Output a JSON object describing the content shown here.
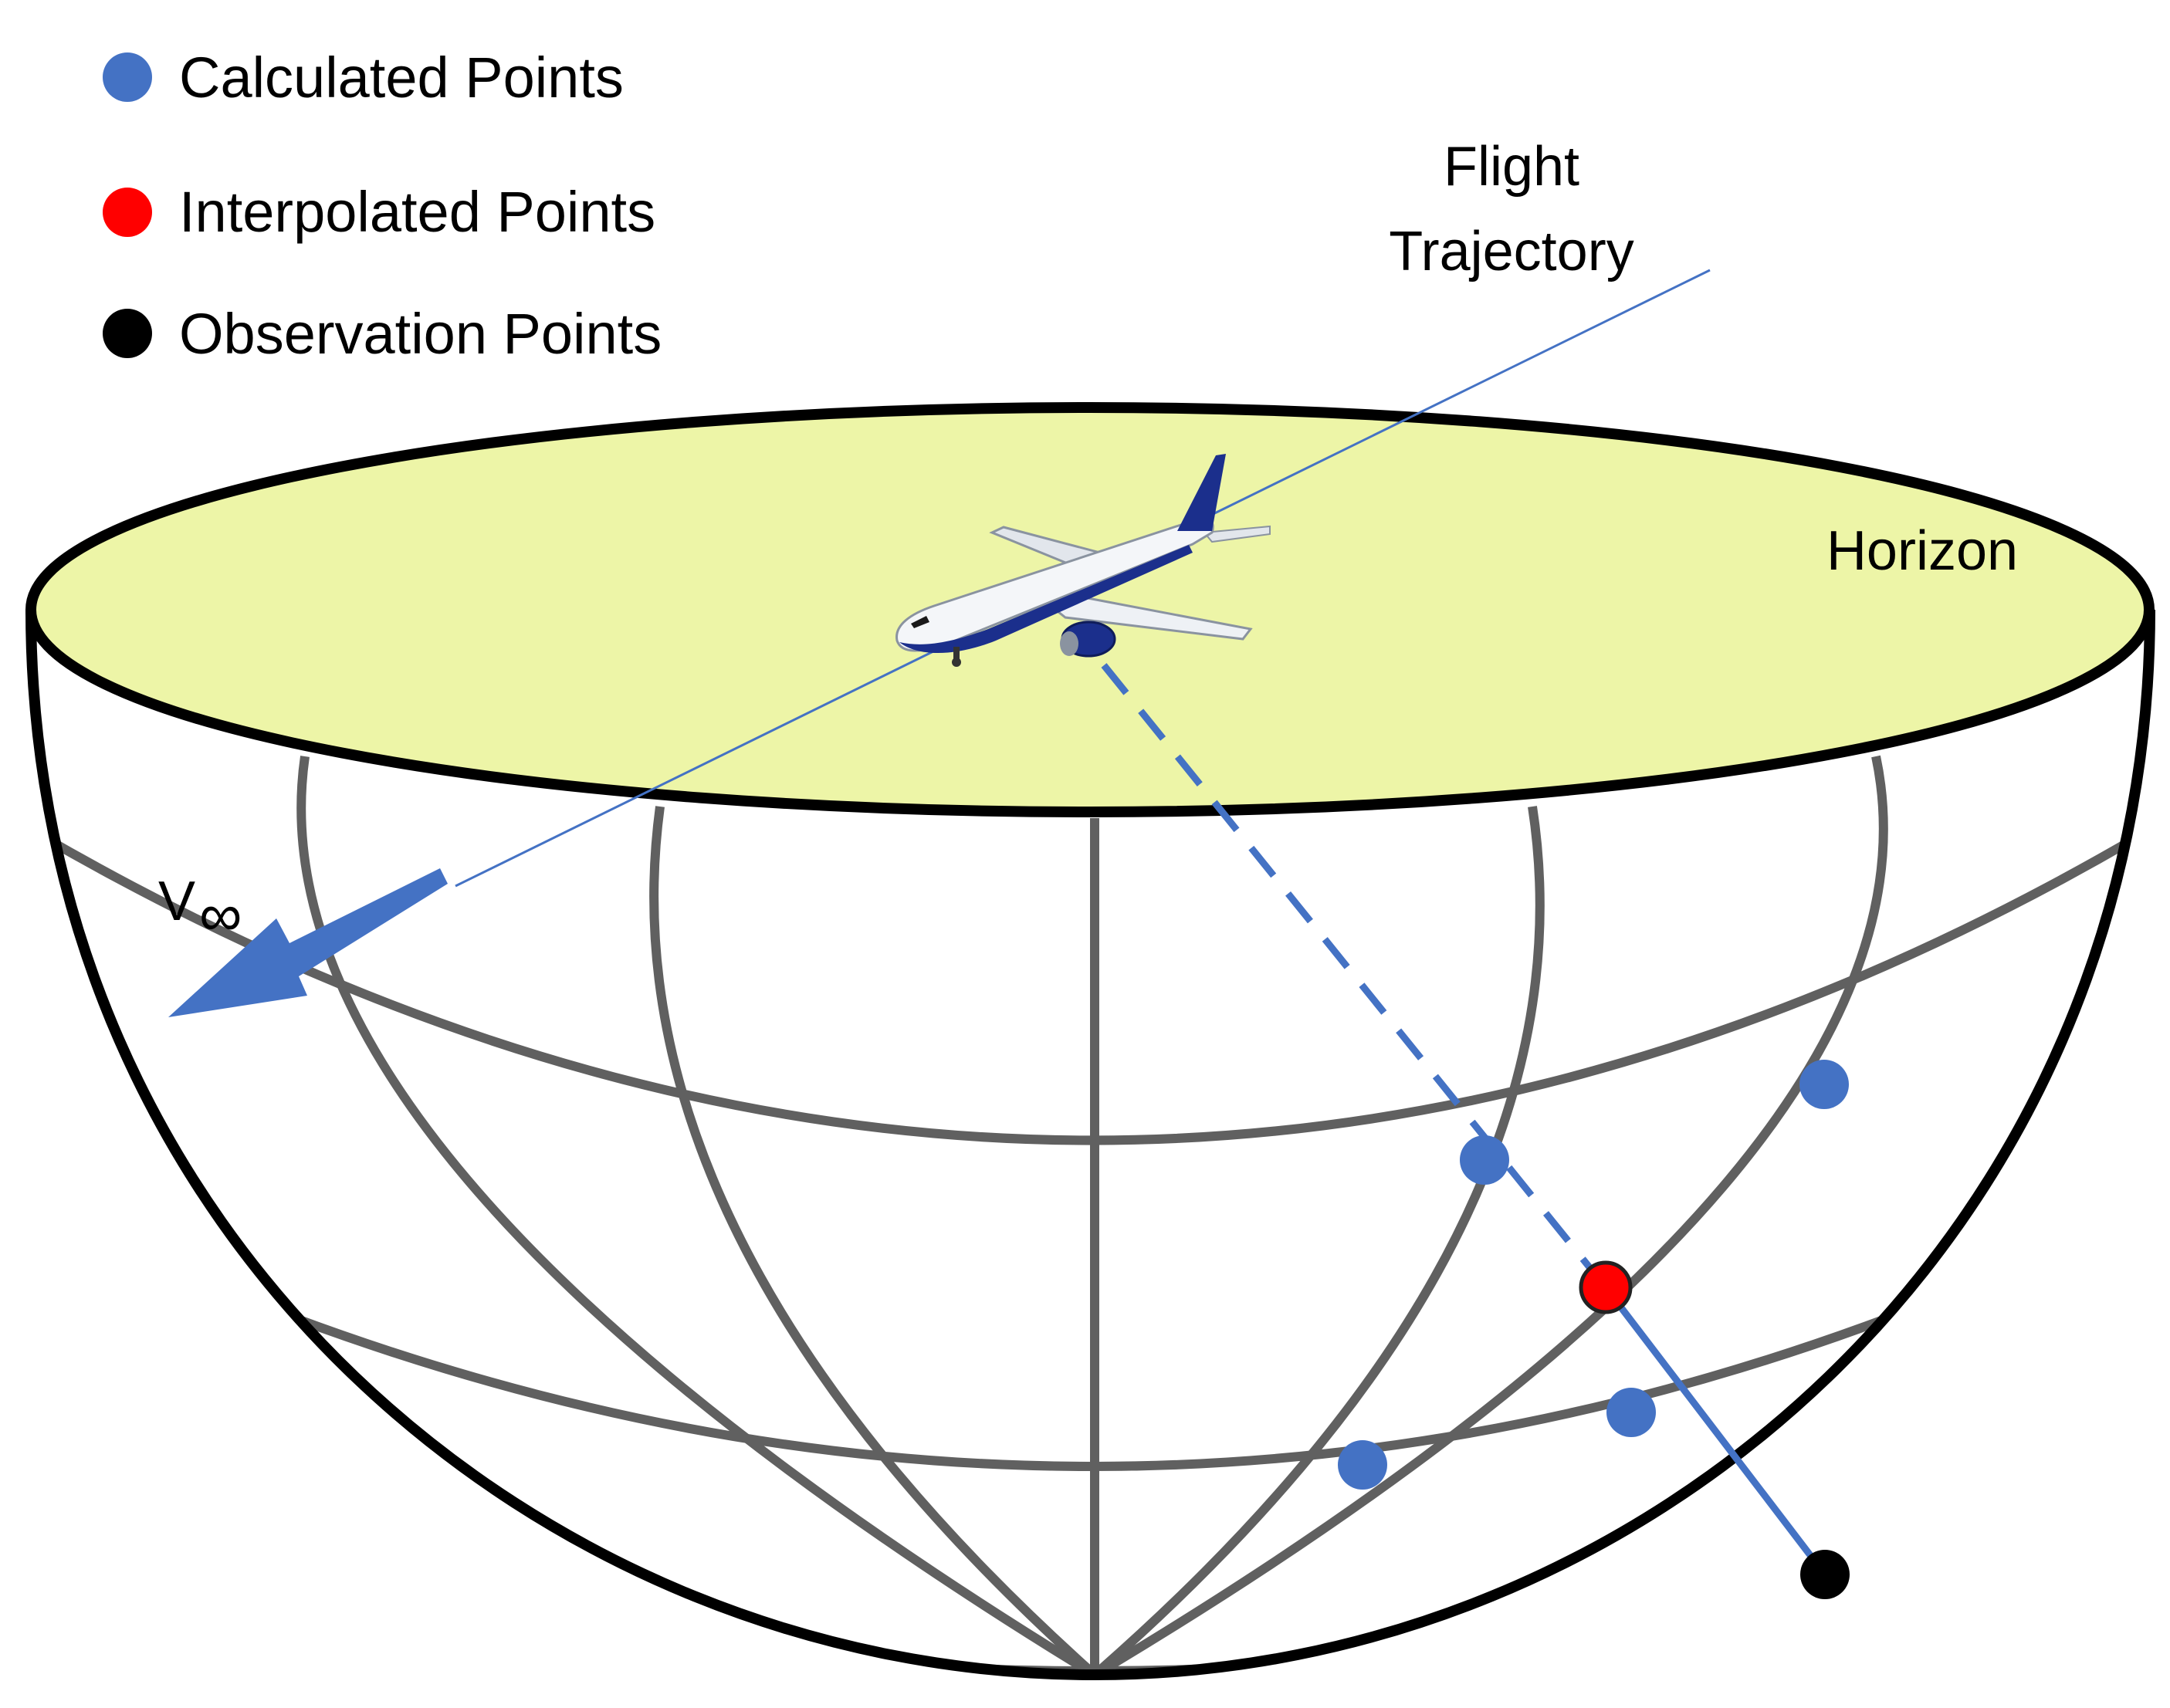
{
  "legend": {
    "items": [
      {
        "label": "Calculated Points",
        "color": "#4472C4"
      },
      {
        "label": "Interpolated Points",
        "color": "#FF0000"
      },
      {
        "label": "Observation Points",
        "color": "#000000"
      }
    ]
  },
  "labels": {
    "trajectory_line1": "Flight",
    "trajectory_line2": "Trajectory",
    "horizon": "Horizon",
    "velocity_base": "V",
    "velocity_sub": "∞"
  },
  "colors": {
    "horizon_fill": "#EDF5A7",
    "rim": "#000000",
    "grid": "#606060",
    "trajectory": "#4472C4",
    "arrow": "#4472C4",
    "calculated": "#4472C4",
    "interpolated": "#FF0000",
    "observation": "#000000"
  },
  "icons": {
    "aircraft": "airplane-icon"
  }
}
